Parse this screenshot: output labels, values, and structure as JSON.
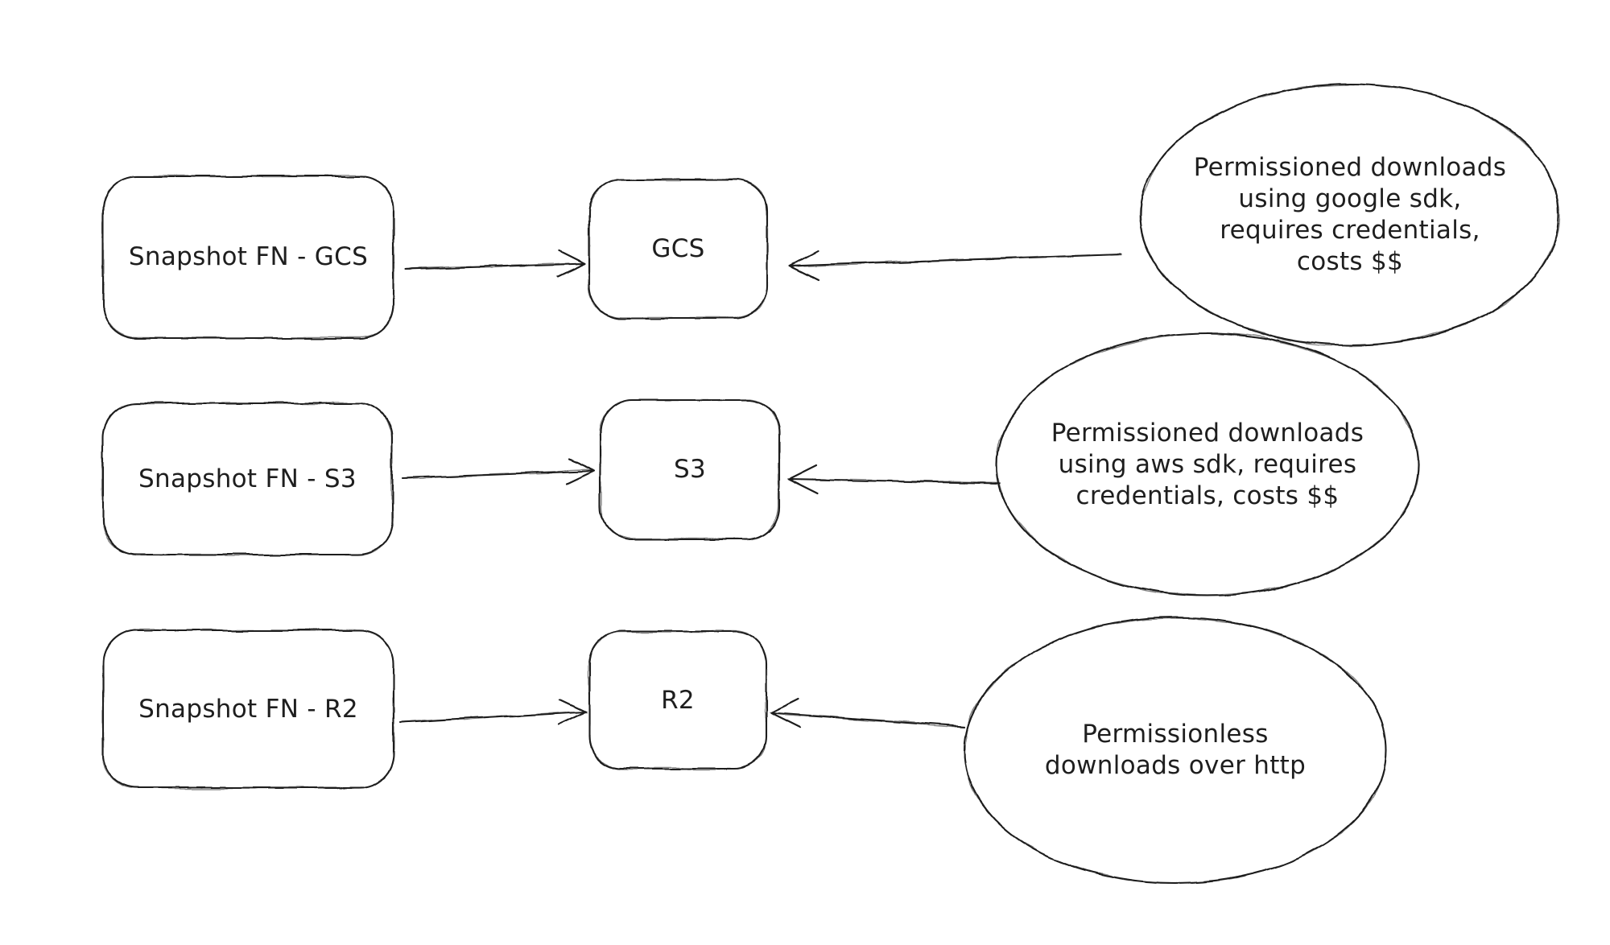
{
  "diagram": {
    "background": "#ffffff",
    "stroke_color": "#1e1e1e",
    "text_color": "#1e1e1e",
    "style": "hand-drawn-sketch"
  },
  "nodes": {
    "snapshot_gcs": {
      "label": "Snapshot FN - GCS",
      "shape": "rectangle"
    },
    "snapshot_s3": {
      "label": "Snapshot FN - S3",
      "shape": "rectangle"
    },
    "snapshot_r2": {
      "label": "Snapshot FN - R2",
      "shape": "rectangle"
    },
    "gcs": {
      "label": "GCS",
      "shape": "rectangle"
    },
    "s3": {
      "label": "S3",
      "shape": "rectangle"
    },
    "r2": {
      "label": "R2",
      "shape": "rectangle"
    }
  },
  "notes": {
    "gcs_note": {
      "shape": "ellipse",
      "text": "Permissioned downloads\nusing google sdk,\nrequires credentials,\ncosts $$"
    },
    "s3_note": {
      "shape": "ellipse",
      "text": "Permissioned downloads\nusing aws sdk, requires\ncredentials, costs $$"
    },
    "r2_note": {
      "shape": "ellipse",
      "text": "Permissionless\ndownloads over http"
    }
  },
  "edges": [
    {
      "from": "snapshot_gcs",
      "to": "gcs",
      "style": "arrow"
    },
    {
      "from": "gcs_note",
      "to": "gcs",
      "style": "arrow"
    },
    {
      "from": "snapshot_s3",
      "to": "s3",
      "style": "arrow"
    },
    {
      "from": "s3_note",
      "to": "s3",
      "style": "arrow"
    },
    {
      "from": "snapshot_r2",
      "to": "r2",
      "style": "arrow"
    },
    {
      "from": "r2_note",
      "to": "r2",
      "style": "arrow"
    }
  ]
}
